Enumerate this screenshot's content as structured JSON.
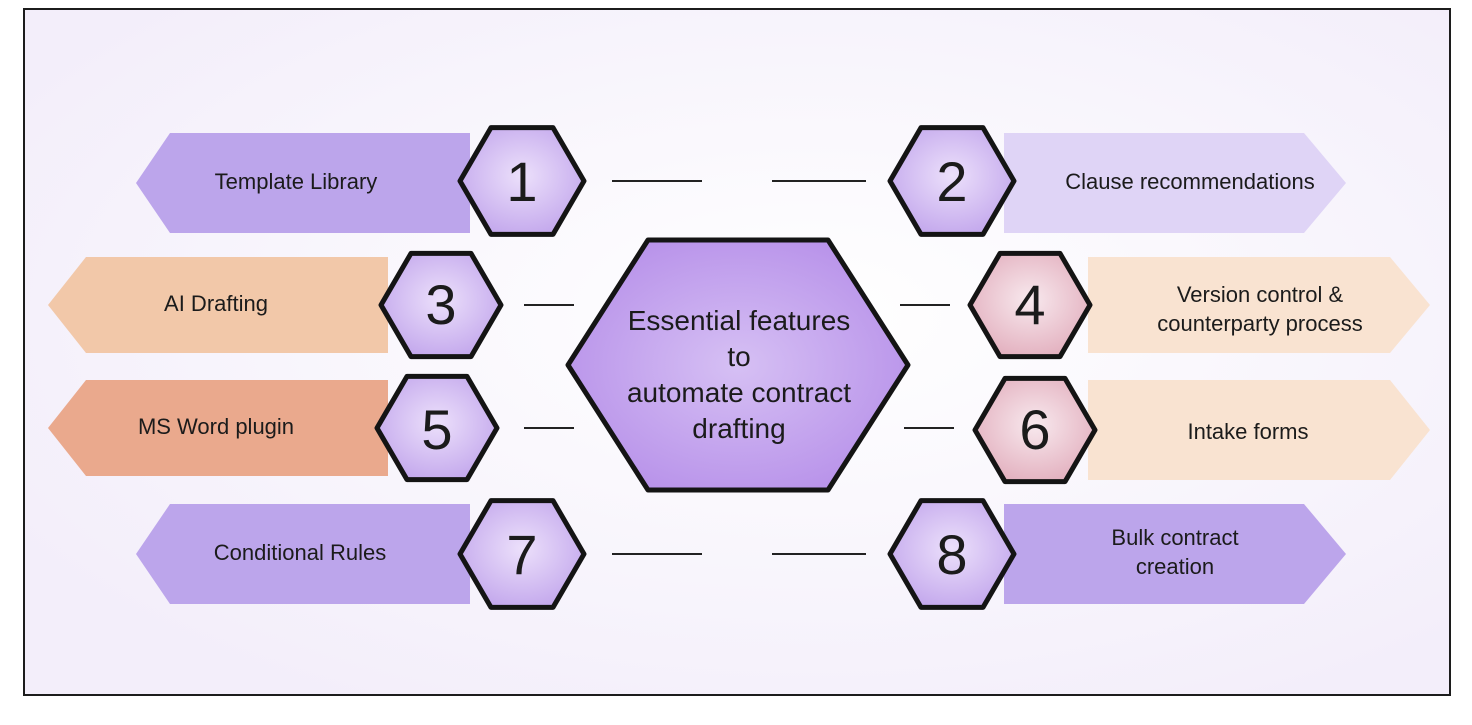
{
  "center": {
    "lines": [
      "Essential features",
      "to",
      "automate contract",
      "drafting"
    ]
  },
  "features": [
    {
      "number": "1",
      "label_lines": [
        "Template Library"
      ],
      "side": "left",
      "tone": "purple"
    },
    {
      "number": "2",
      "label_lines": [
        "Clause recommendations"
      ],
      "side": "right",
      "tone": "lavender"
    },
    {
      "number": "3",
      "label_lines": [
        "AI Drafting"
      ],
      "side": "left",
      "tone": "peach"
    },
    {
      "number": "4",
      "label_lines": [
        "Version control &",
        "counterparty process"
      ],
      "side": "right",
      "tone": "cream"
    },
    {
      "number": "5",
      "label_lines": [
        "MS Word plugin"
      ],
      "side": "left",
      "tone": "coral"
    },
    {
      "number": "6",
      "label_lines": [
        "Intake forms"
      ],
      "side": "right",
      "tone": "cream"
    },
    {
      "number": "7",
      "label_lines": [
        "Conditional Rules"
      ],
      "side": "left",
      "tone": "purple"
    },
    {
      "number": "8",
      "label_lines": [
        "Bulk contract",
        "creation"
      ],
      "side": "right",
      "tone": "purple"
    }
  ],
  "colors": {
    "purple": "#b8a0ea",
    "lavender": "#ddd2f6",
    "peach": "#f1c5a4",
    "coral": "#e9a487",
    "cream": "#f9e2cf",
    "hex_fill_purple": "#cdb6ee",
    "hex_fill_pink": "#ecc4cf",
    "center_fill": "#c6a7ee",
    "outline": "#141414",
    "text": "#1b1b1b"
  }
}
